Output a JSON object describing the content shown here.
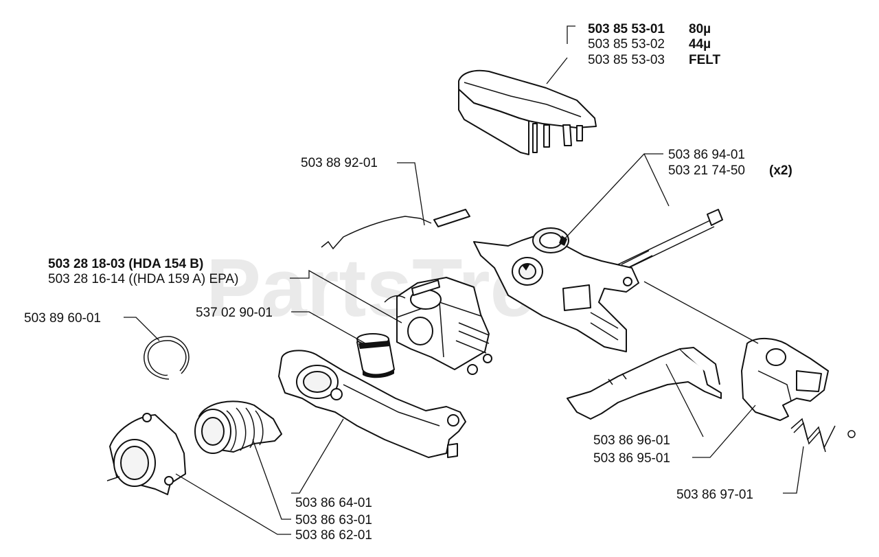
{
  "watermark": "PartsTree",
  "labels": {
    "air_filter": [
      {
        "num": "503 85 53-01",
        "suffix": "80µ",
        "bold": true
      },
      {
        "num": "503 85 53-02",
        "suffix": "44µ",
        "bold": false
      },
      {
        "num": "503 85 53-03",
        "suffix": "FELT",
        "bold": false
      }
    ],
    "bolt": [
      "503 86 94-01",
      "503 21 74-50",
      "(x2)"
    ],
    "spring": "503 88 92-01",
    "carburetor": [
      "503 28 18-03 (HDA 154 B)",
      "503 28 16-14 ((HDA 159 A) EPA)"
    ],
    "gasket_ring": "537 02 90-01",
    "circlip": "503 89 60-01",
    "cover_upper": "503 86 96-01",
    "cover_lower": "503 86 95-01",
    "wire": "503 86 97-01",
    "adapter_plate": "503 86 64-01",
    "rubber_boot": "503 86 63-01",
    "intake_flange": "503 86 62-01"
  }
}
